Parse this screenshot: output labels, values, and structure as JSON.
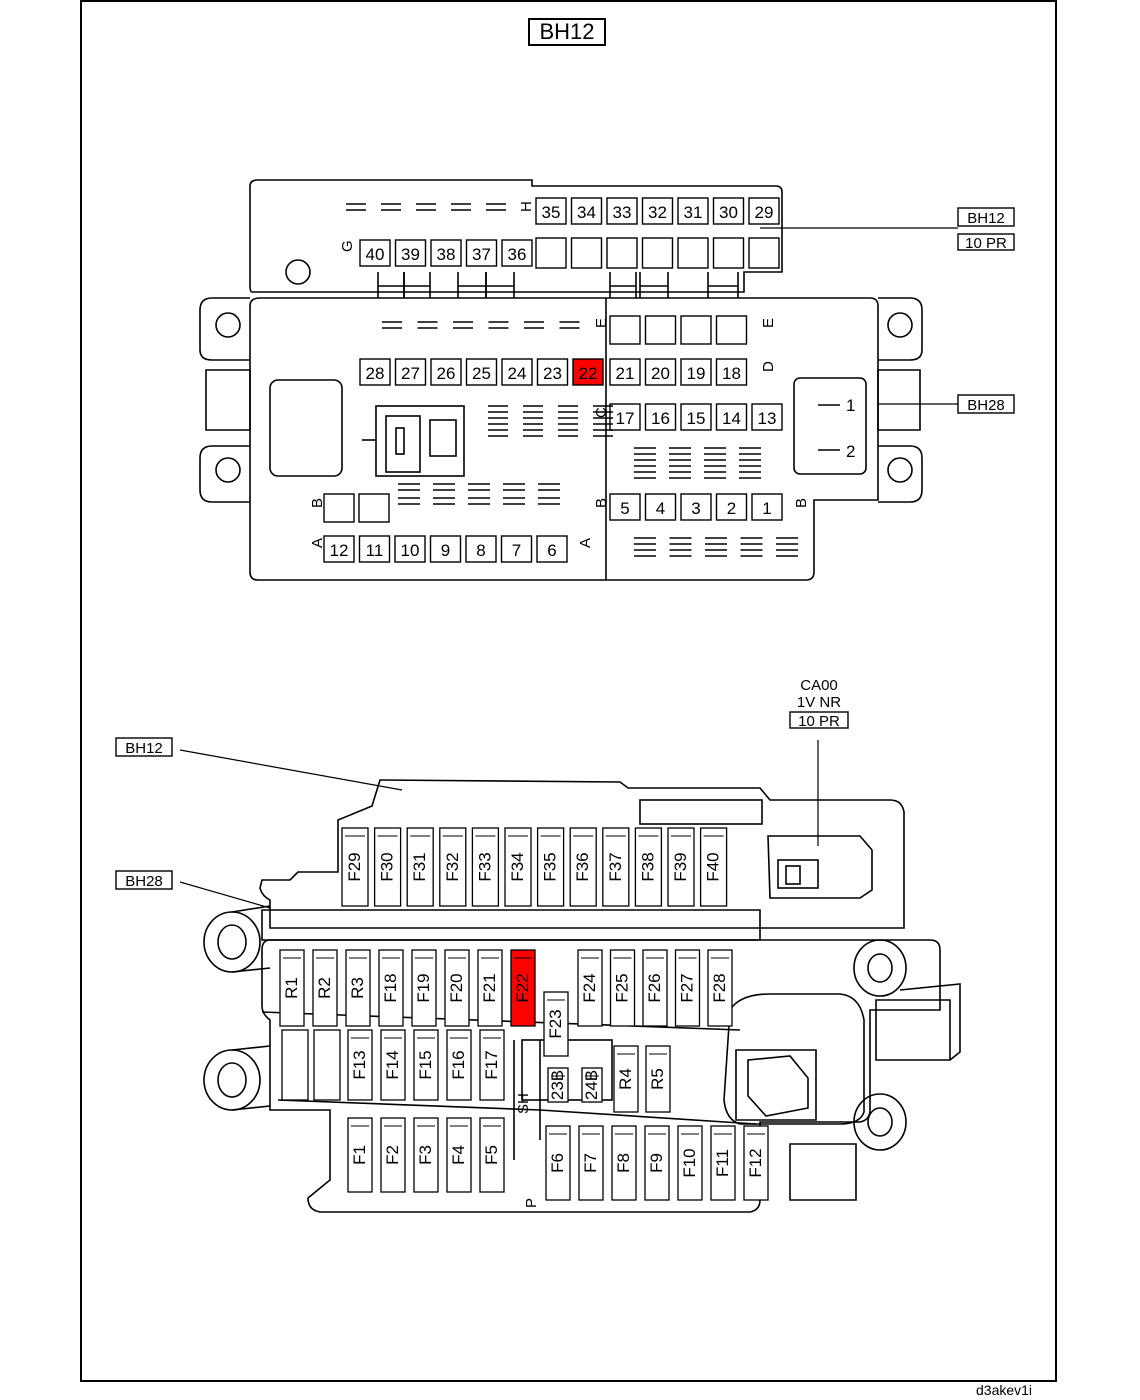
{
  "title": "BH12",
  "drawing_code": "d3akev1i",
  "highlight_color": "#ff0000",
  "top_view": {
    "row_H": {
      "label": "H",
      "cells": [
        "35",
        "34",
        "33",
        "32",
        "31",
        "30",
        "29"
      ]
    },
    "row_G": {
      "label": "G",
      "cells": [
        "40",
        "39",
        "38",
        "37",
        "36"
      ]
    },
    "row_E": {
      "labels": [
        "E",
        "E"
      ]
    },
    "row_D": {
      "label": "D",
      "left": [
        "28",
        "27",
        "26",
        "25",
        "24",
        "23",
        "22"
      ],
      "right": [
        "21",
        "20",
        "19",
        "18"
      ],
      "highlighted": "22"
    },
    "row_C": {
      "label": "C",
      "cells": [
        "17",
        "16",
        "15",
        "14",
        "13"
      ]
    },
    "row_B": {
      "labels": [
        "B",
        "B",
        "B"
      ],
      "cells": [
        "5",
        "4",
        "3",
        "2",
        "1"
      ]
    },
    "row_A": {
      "labels": [
        "A",
        "A"
      ],
      "cells": [
        "12",
        "11",
        "10",
        "9",
        "8",
        "7",
        "6"
      ]
    },
    "bh28_pins": [
      "1",
      "2"
    ],
    "callouts": {
      "bh12": "BH12",
      "bh12_sub": "10  PR",
      "bh28": "BH28"
    }
  },
  "bottom_view": {
    "callouts": {
      "bh12": "BH12",
      "bh28": "BH28",
      "ca00": "CA00",
      "ca00_line2": "1V  NR",
      "ca00_box": "10  PR"
    },
    "row_top": [
      "F29",
      "F30",
      "F31",
      "F32",
      "F33",
      "F34",
      "F35",
      "F36",
      "F37",
      "F38",
      "F39",
      "F40"
    ],
    "row_2": [
      "R1",
      "R2",
      "R3",
      "F18",
      "F19",
      "F20",
      "F21",
      "F22",
      "F24",
      "F25",
      "F26",
      "F27",
      "F28"
    ],
    "row_2_extra": "F23",
    "row_3": [
      "F13",
      "F14",
      "F15",
      "F16",
      "F17"
    ],
    "row_3_relays": [
      "R4",
      "R5"
    ],
    "row_3_small": [
      "23B",
      "24B"
    ],
    "row_3_sh": "SH",
    "row_bottom_left": [
      "F1",
      "F2",
      "F3",
      "F4",
      "F5"
    ],
    "row_bottom_right": [
      "F6",
      "F7",
      "F8",
      "F9",
      "F10",
      "F11",
      "F12"
    ],
    "p_label": "P",
    "highlighted": "F22"
  }
}
